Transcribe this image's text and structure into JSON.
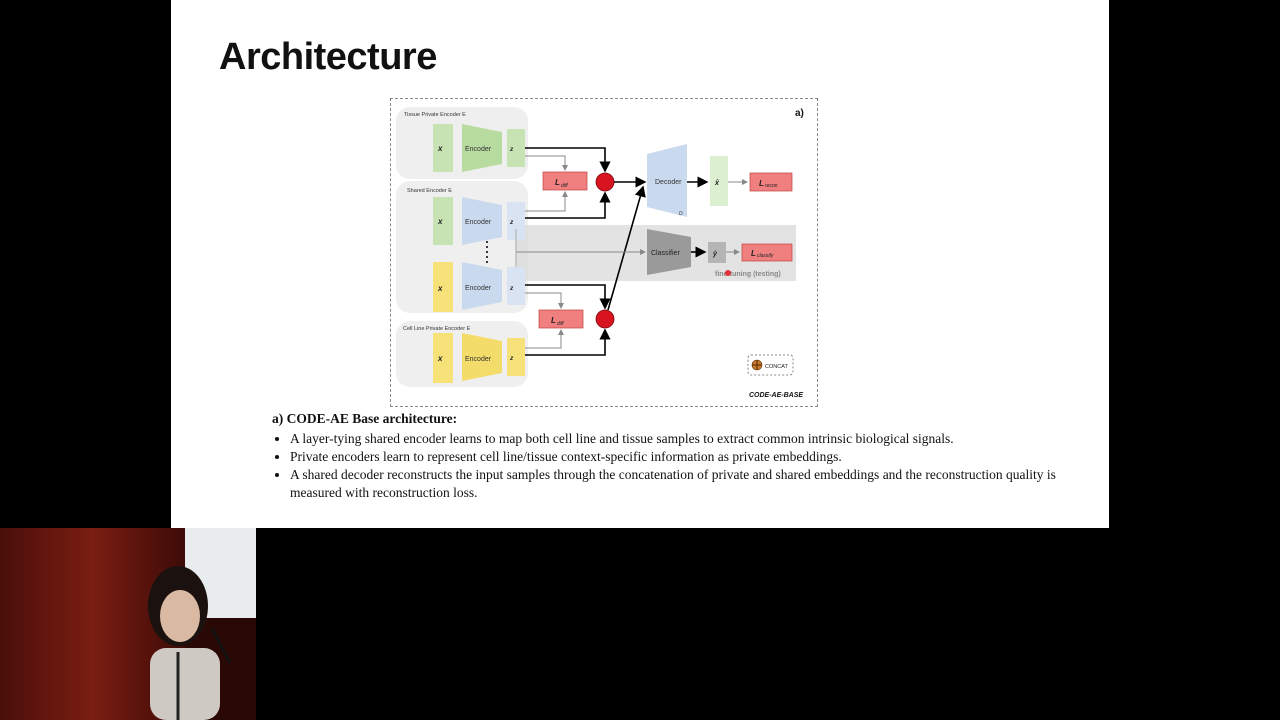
{
  "slide": {
    "title": "Architecture",
    "figure": {
      "panel_label": "a)",
      "tissue_private_encoder_label": "Tissue Private Encoder E",
      "shared_encoder_label": "Shared Encoder E",
      "cell_line_private_encoder_label": "Cell Line Private Encoder E",
      "encoder": "Encoder",
      "decoder": "Decoder",
      "decoder_symbol": "D",
      "classifier": "Classifier",
      "x_t": "x",
      "x_c": "x",
      "l_diff": "L",
      "l_recon": "L",
      "l_classify": "L",
      "x_hat": "x̂",
      "y_hat": "ŷ",
      "finetuning": "fine-tuning (testing)",
      "concat": "CONCAT",
      "model_name": "CODE-AE-BASE"
    },
    "caption": {
      "heading": "a) CODE-AE Base architecture:",
      "bullets": [
        "A layer-tying shared encoder learns to map both cell line and tissue samples to extract common intrinsic biological signals.",
        "Private encoders learn to represent cell line/tissue context-specific information as private embeddings.",
        "A shared decoder reconstructs the input samples through the concatenation of private and shared embeddings and the reconstruction quality is measured with reconstruction loss."
      ]
    }
  },
  "colors": {
    "green_input": "#c7e3b3",
    "yellow_input": "#f7e27a",
    "green_encoder": "#b8dba0",
    "blue_encoder": "#c9d9ee",
    "yellow_encoder": "#f3dc6a",
    "loss_red": "#f08080",
    "concat_red": "#d7141f",
    "classifier_gray": "#9a9a9a"
  }
}
